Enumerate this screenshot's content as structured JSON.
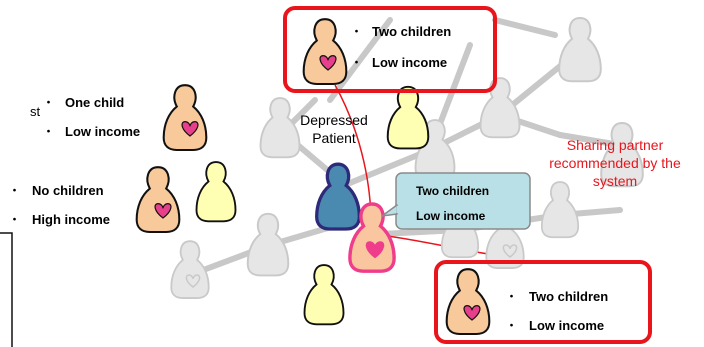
{
  "colors": {
    "orange_fill": "#f8c99a",
    "yellow_fill": "#ffffb3",
    "gray_fill": "#e6e6e6",
    "blue_fill": "#4a8ab0",
    "pink_fill": "#f9c6a0",
    "pink_stroke": "#ef3c8b",
    "heart": "#e83f8c",
    "highlight_red": "#e8151d",
    "callout_fill": "#b8e0e6",
    "edge_gray": "#c8c8c8"
  },
  "left_edge_fragment": "st",
  "nodes": {
    "one_child": {
      "attributes": [
        "One child",
        "Low income"
      ]
    },
    "no_children": {
      "attributes": [
        "No children",
        "High income"
      ]
    },
    "top_highlight": {
      "attributes": [
        "Two children",
        "Low income"
      ]
    },
    "bottom_highlight": {
      "attributes": [
        "Two children",
        "Low income"
      ]
    }
  },
  "depressed_patient_label": [
    "Depressed",
    "Patient"
  ],
  "callout": {
    "attributes": [
      "Two children",
      "Low income"
    ]
  },
  "recommendation_label": [
    "Sharing partner",
    "recommended by the",
    "system"
  ]
}
